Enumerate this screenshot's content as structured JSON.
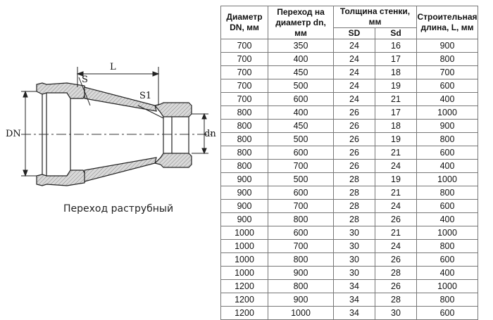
{
  "drawing": {
    "caption": "Переход раструбный",
    "labels": {
      "L": "L",
      "S": "S",
      "S1": "S1",
      "DN": "DN",
      "dn": "dn"
    }
  },
  "table": {
    "headers": {
      "dn_outer": "Диаметр DN, мм",
      "dn_transition": "Переход на диаметр dn, мм",
      "wall": "Толщина стенки, мм",
      "length": "Строительная длина, L, мм",
      "sd": "SD",
      "sd_small": "Sd"
    },
    "rows": [
      [
        "700",
        "350",
        "24",
        "16",
        "900"
      ],
      [
        "700",
        "400",
        "24",
        "17",
        "800"
      ],
      [
        "700",
        "450",
        "24",
        "18",
        "700"
      ],
      [
        "700",
        "500",
        "24",
        "19",
        "600"
      ],
      [
        "700",
        "600",
        "24",
        "21",
        "400"
      ],
      [
        "800",
        "400",
        "26",
        "17",
        "1000"
      ],
      [
        "800",
        "450",
        "26",
        "18",
        "900"
      ],
      [
        "800",
        "500",
        "26",
        "19",
        "800"
      ],
      [
        "800",
        "600",
        "26",
        "21",
        "600"
      ],
      [
        "800",
        "700",
        "26",
        "24",
        "400"
      ],
      [
        "900",
        "500",
        "28",
        "19",
        "1000"
      ],
      [
        "900",
        "600",
        "28",
        "21",
        "800"
      ],
      [
        "900",
        "700",
        "28",
        "24",
        "600"
      ],
      [
        "900",
        "800",
        "28",
        "26",
        "400"
      ],
      [
        "1000",
        "600",
        "30",
        "21",
        "1000"
      ],
      [
        "1000",
        "700",
        "30",
        "24",
        "800"
      ],
      [
        "1000",
        "800",
        "30",
        "26",
        "600"
      ],
      [
        "1000",
        "900",
        "30",
        "28",
        "400"
      ],
      [
        "1200",
        "800",
        "34",
        "26",
        "1000"
      ],
      [
        "1200",
        "900",
        "34",
        "28",
        "800"
      ],
      [
        "1200",
        "1000",
        "34",
        "30",
        "600"
      ]
    ]
  }
}
